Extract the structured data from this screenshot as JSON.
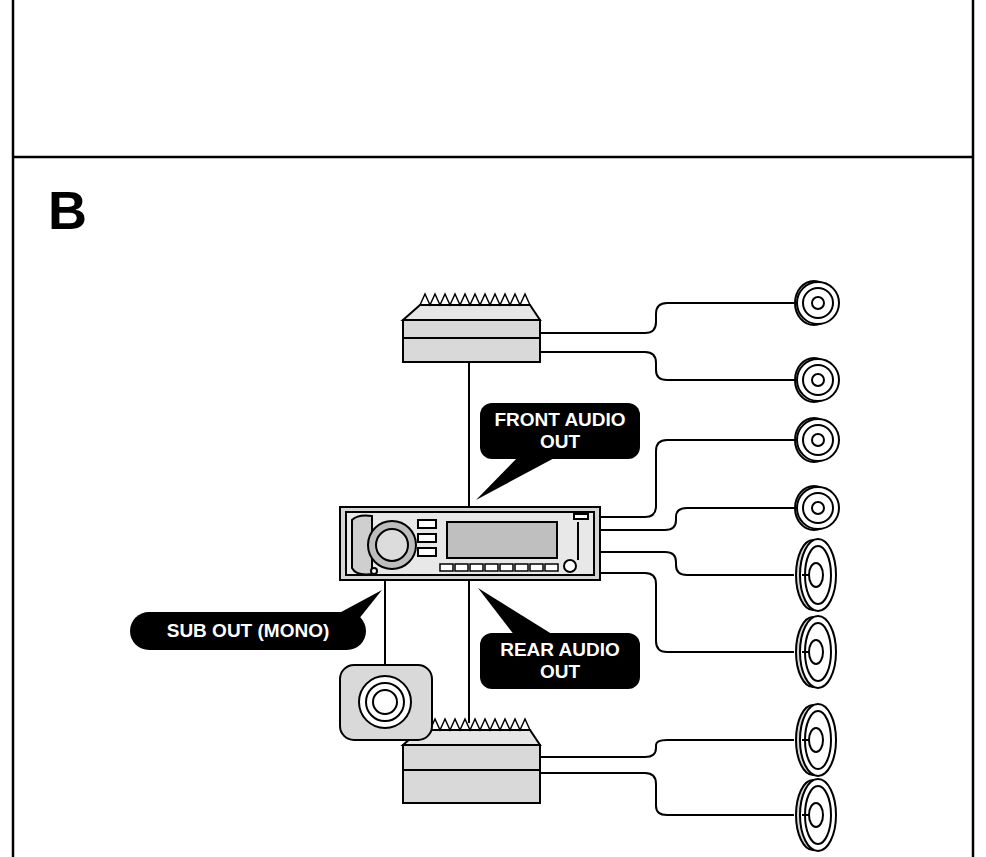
{
  "diagram": {
    "title": "B",
    "nodes": [
      {
        "text": [
          "FRONT AUDIO OUT"
        ]
      },
      {
        "text": [
          "SUB OUT (MONO)"
        ]
      },
      {
        "text": [
          "REAR AUDIO OUT"
        ]
      }
    ]
  }
}
